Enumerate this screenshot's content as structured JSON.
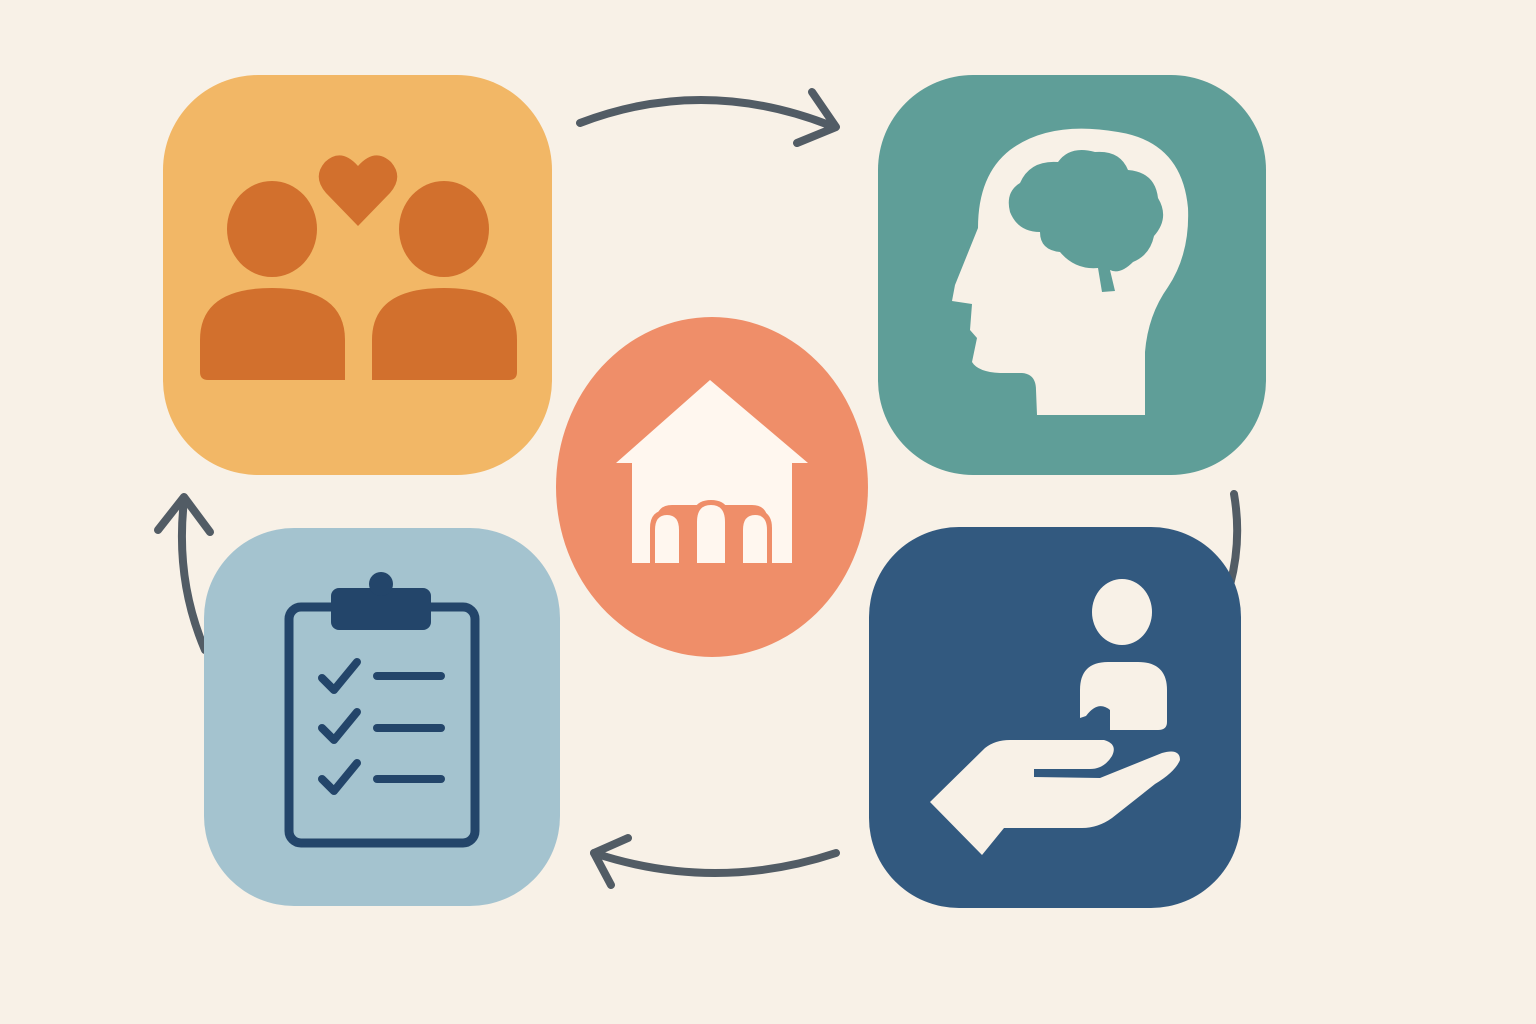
{
  "colors": {
    "background": "#F8F1E7",
    "relationship_tile": "#F2B766",
    "relationship_icon": "#D2702D",
    "mind_tile": "#5F9E98",
    "mind_icon": "#F8F1E7",
    "plan_tile": "#A4C3CF",
    "plan_icon": "#23456A",
    "support_tile": "#32597F",
    "support_icon": "#F8F1E7",
    "center_circle": "#EF8E69",
    "center_icon": "#FFF7EF",
    "arrow": "#525C65"
  },
  "nodes": [
    {
      "id": "relationship",
      "icon": "two-people-heart-icon"
    },
    {
      "id": "mind",
      "icon": "head-brain-icon"
    },
    {
      "id": "support",
      "icon": "hand-holding-person-icon"
    },
    {
      "id": "plan",
      "icon": "clipboard-checklist-icon"
    },
    {
      "id": "center",
      "icon": "house-family-icon"
    }
  ],
  "cycle": [
    "relationship",
    "mind",
    "support",
    "plan",
    "relationship"
  ]
}
